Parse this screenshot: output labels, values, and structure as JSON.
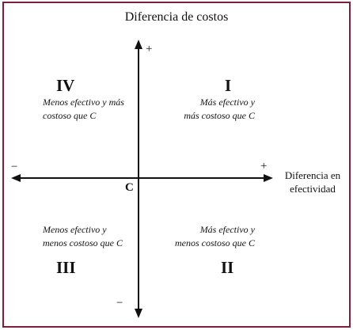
{
  "title": "Diferencia de costos",
  "x_axis_label": [
    "Diferencia en",
    "efectividad"
  ],
  "origin_label": "C",
  "signs": {
    "y_pos": "+",
    "y_neg": "−",
    "x_pos": "+",
    "x_neg": "−"
  },
  "quadrants": {
    "IV": {
      "numeral": "IV",
      "lines": [
        "Menos efectivo y más",
        "costoso que C"
      ]
    },
    "I": {
      "numeral": "I",
      "lines": [
        "Más efectivo y",
        "más costoso que C"
      ]
    },
    "III": {
      "numeral": "III",
      "lines": [
        "Menos efectivo y",
        "menos costoso que C"
      ]
    },
    "II": {
      "numeral": "II",
      "lines": [
        "Más efectivo y",
        "menos costoso que C"
      ]
    }
  },
  "colors": {
    "frame": "#7b1f3a",
    "axis": "#111111"
  }
}
